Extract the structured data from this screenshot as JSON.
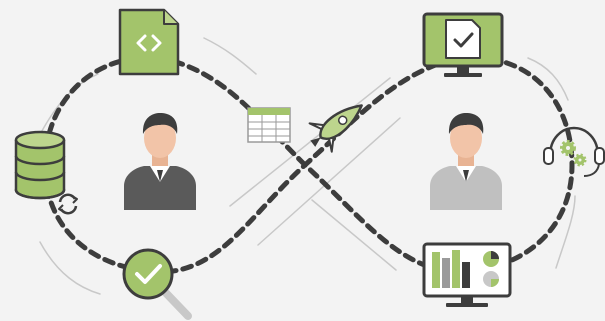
{
  "colors": {
    "background": "#f3f3f3",
    "accent_green": "#a3c46b",
    "accent_green_light": "#bdd58d",
    "dark": "#3d3d3d",
    "mid_gray": "#9a9a9a",
    "light_gray": "#c8c8c8",
    "skin": "#f2c4a8",
    "white": "#ffffff"
  },
  "diagram": {
    "type": "infinity-devops-loop",
    "nodes": [
      {
        "name": "code-document-icon",
        "label": ""
      },
      {
        "name": "spreadsheet-icon",
        "label": ""
      },
      {
        "name": "rocket-icon",
        "label": ""
      },
      {
        "name": "approved-document-monitor-icon",
        "label": ""
      },
      {
        "name": "support-headset-gears-icon",
        "label": ""
      },
      {
        "name": "analytics-dashboard-monitor-icon",
        "label": ""
      },
      {
        "name": "quality-check-magnifier-icon",
        "label": ""
      },
      {
        "name": "database-sync-icon",
        "label": ""
      },
      {
        "name": "developer-person",
        "label": ""
      },
      {
        "name": "operations-person",
        "label": ""
      }
    ]
  }
}
